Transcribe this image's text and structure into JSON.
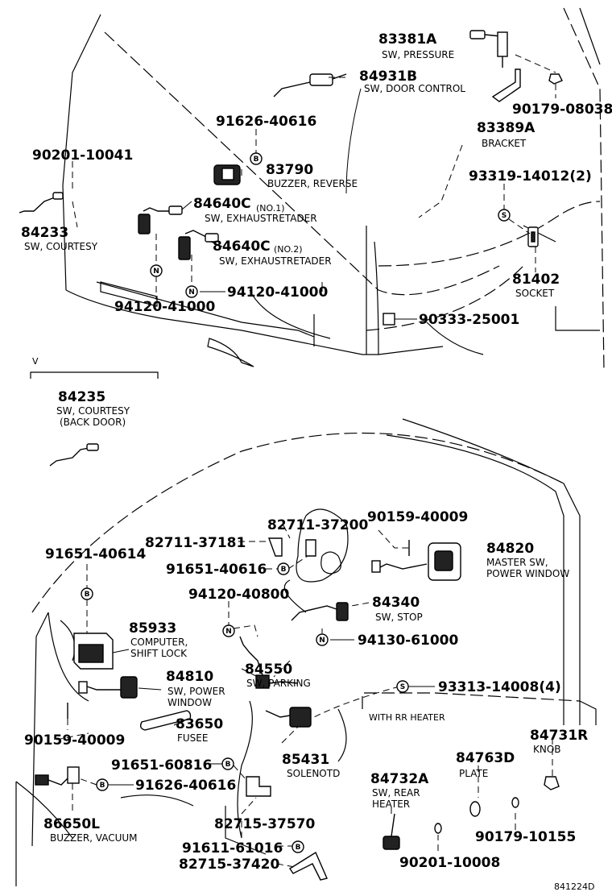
{
  "figure_code": "841224D",
  "section_label": "V",
  "with_label": "WITH RR HEATER",
  "markers": {
    "B": "B",
    "N": "N",
    "S": "S"
  },
  "parts": {
    "p83381A": {
      "number": "83381A",
      "desc": "SW, PRESSURE"
    },
    "p84931B": {
      "number": "84931B",
      "desc": "SW, DOOR CONTROL"
    },
    "p90179_08038": {
      "number": "90179-08038"
    },
    "p83389A": {
      "number": "83389A",
      "desc": "BRACKET"
    },
    "p91626_40616a": {
      "number": "91626-40616"
    },
    "p90201_10041": {
      "number": "90201-10041"
    },
    "p83790": {
      "number": "83790",
      "desc": "BUZZER, REVERSE"
    },
    "p93319": {
      "number": "93319-14012(2)"
    },
    "p84640C1": {
      "number": "84640C",
      "suffix": "(NO.1)",
      "desc": "SW, EXHAUSTRETADER"
    },
    "p84233": {
      "number": "84233",
      "desc": "SW, COURTESY"
    },
    "p84640C2": {
      "number": "84640C",
      "suffix": "(NO.2)",
      "desc": "SW, EXHAUSTRETADER"
    },
    "p81402": {
      "number": "81402",
      "desc": "SOCKET"
    },
    "p94120_41000a": {
      "number": "94120-41000"
    },
    "p94120_41000b": {
      "number": "94120-41000"
    },
    "p90333": {
      "number": "90333-25001"
    },
    "p84235": {
      "number": "84235",
      "desc1": "SW, COURTESY",
      "desc2": "(BACK DOOR)"
    },
    "p82711_37200": {
      "number": "82711-37200"
    },
    "p90159_40009a": {
      "number": "90159-40009"
    },
    "p82711_37181": {
      "number": "82711-37181"
    },
    "p84820": {
      "number": "84820",
      "desc1": "MASTER SW,",
      "desc2": "POWER WINDOW"
    },
    "p91651_40614": {
      "number": "91651-40614"
    },
    "p91651_40616": {
      "number": "91651-40616"
    },
    "p94120_40800": {
      "number": "94120-40800"
    },
    "p84340": {
      "number": "84340",
      "desc": "SW, STOP"
    },
    "p85933": {
      "number": "85933",
      "desc1": "COMPUTER,",
      "desc2": "SHIFT LOCK"
    },
    "p94130": {
      "number": "94130-61000"
    },
    "p84810": {
      "number": "84810",
      "desc1": "SW, POWER",
      "desc2": "WINDOW"
    },
    "p84550": {
      "number": "84550",
      "desc": "SW, PARKING"
    },
    "p93313": {
      "number": "93313-14008(4)"
    },
    "p83650": {
      "number": "83650",
      "desc": "FUSEE"
    },
    "p90159_40009b": {
      "number": "90159-40009"
    },
    "p84731R": {
      "number": "84731R",
      "desc": "KNOB"
    },
    "p85431": {
      "number": "85431",
      "desc": "SOLENOTD"
    },
    "p91651_60816": {
      "number": "91651-60816"
    },
    "p84763D": {
      "number": "84763D",
      "desc": "PLATE"
    },
    "p84732A": {
      "number": "84732A",
      "desc1": "SW, REAR",
      "desc2": "HEATER"
    },
    "p91626_40616b": {
      "number": "91626-40616"
    },
    "p86650L": {
      "number": "86650L",
      "desc": "BUZZER, VACUUM"
    },
    "p82715_37570": {
      "number": "82715-37570"
    },
    "p90179_10155": {
      "number": "90179-10155"
    },
    "p91611": {
      "number": "91611-61016"
    },
    "p90201_10008": {
      "number": "90201-10008"
    },
    "p82715_37420": {
      "number": "82715-37420"
    }
  }
}
